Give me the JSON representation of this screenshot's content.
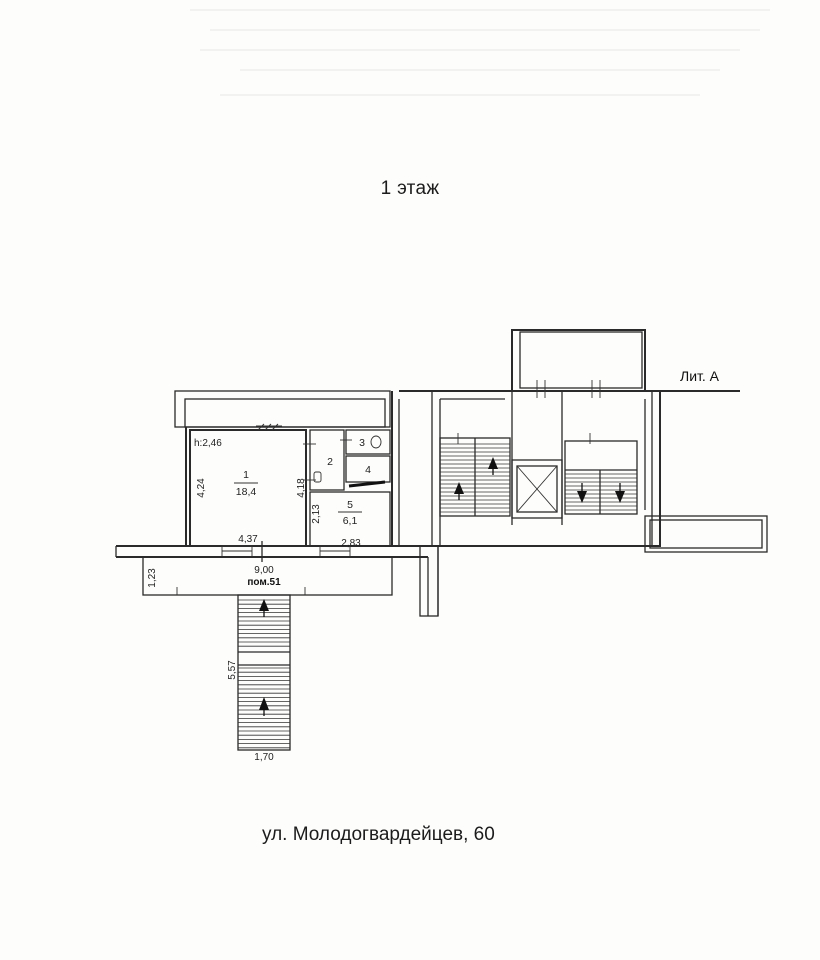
{
  "title": "1 этаж",
  "address": "ул. Молодогвардейцев, 60",
  "building_label": "Лит. А",
  "premises_label": "пом.51",
  "ceiling_height": "h:2,46",
  "rooms": [
    {
      "number": "1",
      "area": "18,4"
    },
    {
      "number": "2"
    },
    {
      "number": "3"
    },
    {
      "number": "4"
    },
    {
      "number": "5",
      "area": "6,1"
    }
  ],
  "dimensions": {
    "room1_height": "4,24",
    "room1_width": "4,37",
    "corridor_height": "4,18",
    "room5_height": "2,13",
    "room5_width": "2,83",
    "total_width": "9,00",
    "porch_depth": "1,23",
    "stair_length": "5,57",
    "stair_width": "1,70"
  }
}
